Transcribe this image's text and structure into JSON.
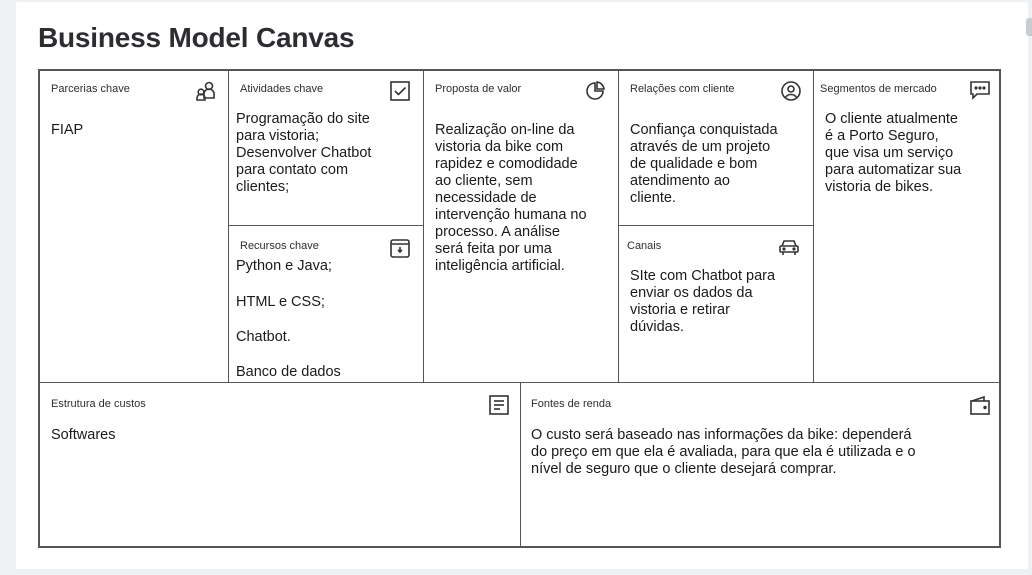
{
  "title": "Business Model Canvas",
  "blocks": {
    "parcerias": {
      "label": "Parcerias chave",
      "text": "FIAP",
      "icon": "partners-icon"
    },
    "atividades": {
      "label": "Atividades chave",
      "text": "Programação do site\npara vistoria;\nDesenvolver Chatbot\npara contato com\nclientes;",
      "icon": "checkbox-icon"
    },
    "recursos": {
      "label": "Recursos chave",
      "items": [
        "Python e Java;",
        "HTML e CSS;",
        "Chatbot.",
        "Banco de dados"
      ],
      "icon": "archive-icon"
    },
    "proposta": {
      "label": "Proposta de valor",
      "text": "Realização on-line da\nvistoria da bike com\nrapidez e comodidade\nao cliente, sem\nnecessidade de\nintervenção humana no\nprocesso. A análise\nserá feita por uma\ninteligência artificial.",
      "icon": "pie-chart-icon"
    },
    "relacoes": {
      "label": "Relações com cliente",
      "text": "Confiança conquistada\natravés de um projeto\nde qualidade e bom\natendimento ao\ncliente.",
      "icon": "user-circle-icon"
    },
    "canais": {
      "label": "Canais",
      "text": "SIte com Chatbot para\nenviar os dados da\nvistoria e retirar\ndúvidas.",
      "icon": "car-icon"
    },
    "segmentos": {
      "label": "Segmentos de mercado",
      "text": "O cliente atualmente\né a Porto Seguro,\nque visa um serviço\npara automatizar sua\nvistoria de bikes.",
      "icon": "chat-icon"
    },
    "custos": {
      "label": "Estrutura de custos",
      "text": "Softwares",
      "icon": "document-icon"
    },
    "renda": {
      "label": "Fontes de renda",
      "text": "O custo será baseado nas informações da bike: dependerá\ndo preço em que ela é avaliada, para que ela é utilizada e o\nnível de seguro que o cliente desejará comprar.",
      "icon": "wallet-icon"
    }
  },
  "colors": {
    "border": "#555555",
    "background": "#eef0f3",
    "panel": "#ffffff"
  }
}
